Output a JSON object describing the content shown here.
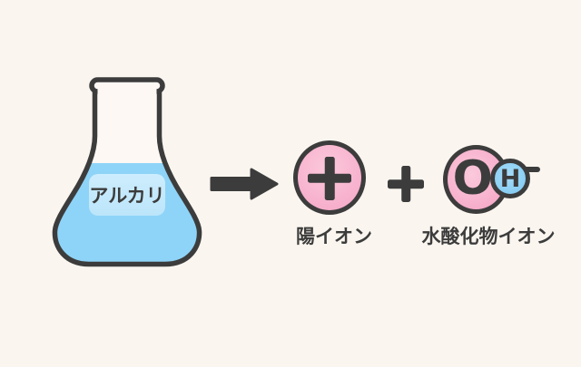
{
  "colors": {
    "background": "#faf5ef",
    "ink": "#3c3c3c",
    "ion_pink": "#f8b5cf",
    "liquid_blue": "#8ed4f8",
    "label_plate_blue": "#c3e9fc",
    "hydrogen_blue": "#8dd0f4",
    "flask_white": "#fdf8f4"
  },
  "flask": {
    "label": "アルカリ"
  },
  "reaction": {
    "cation": {
      "symbol": "+",
      "label": "陽イオン"
    },
    "separator": "+",
    "hydroxide": {
      "oxygen": "O",
      "hydrogen": "H",
      "charge": "−",
      "label": "水酸化物イオン"
    }
  }
}
